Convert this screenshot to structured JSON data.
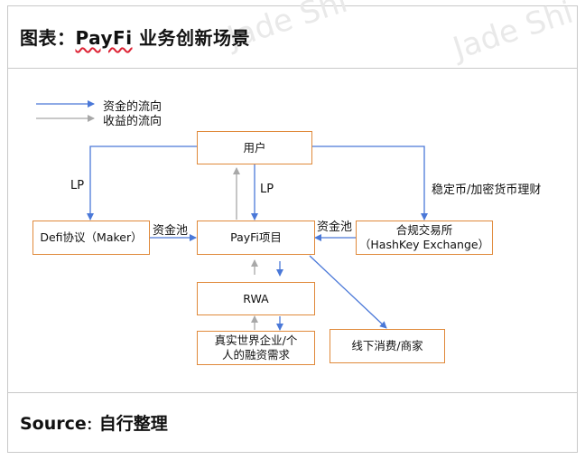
{
  "header": {
    "title_prefix": "图表：",
    "title_term": "PayFi",
    "title_suffix": " 业务创新场景"
  },
  "watermark": "Jade Shi",
  "legend": {
    "capital_flow": "资金的流向",
    "income_flow": "收益的流向"
  },
  "nodes": {
    "user": "用户",
    "defi": "Defi协议（Maker）",
    "payfi": "PayFi项目",
    "exchange": "合规交易所\n（HashKey Exchange）",
    "rwa": "RWA",
    "real": "真实世界企业/个\n人的融资需求",
    "offline": "线下消费/商家"
  },
  "edge_labels": {
    "lp_left": "LP",
    "lp_center": "LP",
    "pool_left": "资金池",
    "pool_right": "资金池",
    "stable": "稳定币/加密货币理财"
  },
  "colors": {
    "capital": "#4a78d8",
    "income": "#a8a8a8",
    "box_border": "#e0893a"
  },
  "footer": {
    "source_label": "Source",
    "source_sep": "：",
    "source_value": "自行整理"
  }
}
